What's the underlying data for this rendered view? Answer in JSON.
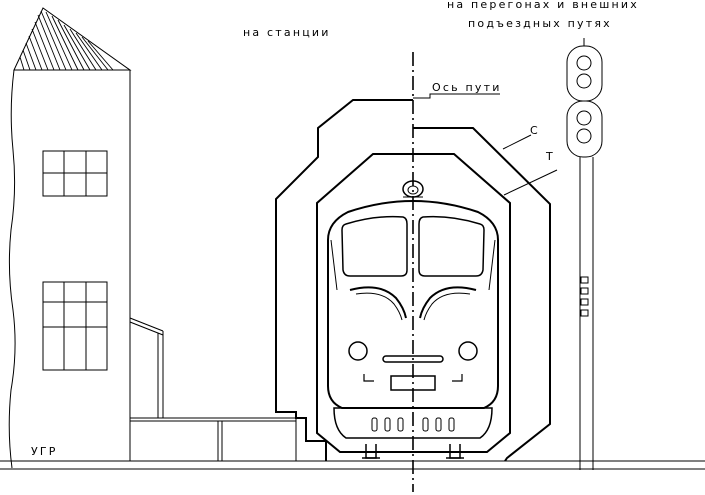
{
  "labels": {
    "station": "на станции",
    "line_top_1": "на перегонах и внешних",
    "line_top_2": "подъездных путях",
    "track_axis": "Ось пути",
    "outline_s": "С",
    "outline_t": "Т",
    "rail_head_level": "УГР"
  }
}
